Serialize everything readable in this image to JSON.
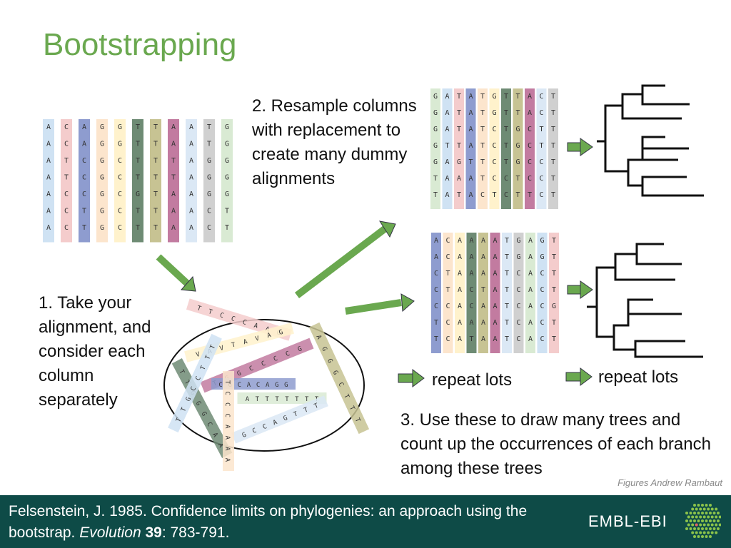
{
  "title": "Bootstrapping",
  "step1": "1. Take your alignment, and consider each column separately",
  "step2": "2. Resample columns with replacement to create many dummy alignments",
  "step3": "3. Use these to draw many trees and count up the occurrences of each branch among these trees",
  "repeat_label_1": "repeat lots",
  "repeat_label_2": "repeat lots",
  "credit": "Figures Andrew Rambaut",
  "citation": {
    "pre": "Felsenstein, J. 1985. Confidence limits on phylogenies: an approach using the bootstrap. ",
    "journal": "Evolution",
    "volume": "39",
    "pages": ": 783-791."
  },
  "logo": "EMBL-EBI",
  "colors": {
    "title": "#6aa84f",
    "arrow": "#6aa84f",
    "footer": "#0e4b47",
    "columns": [
      "#cfe2f3",
      "#f4cccc",
      "#8e9ccf",
      "#fce5cd",
      "#fff2cc",
      "#6e8b74",
      "#c7c393",
      "#c27ba0",
      "#dbe8f5",
      "#d0d0d0",
      "#d9ead3"
    ]
  },
  "original_alignment": {
    "columns": [
      "AAAAAAA",
      "CCTTCCC",
      "AACCCTT",
      "GGGGGGG",
      "GGCCCCC",
      "TTTTGTT",
      "TTTTTTT",
      "AATTAAA",
      "AAAAAAA",
      "TTGGGCC",
      "GGGGGTT"
    ]
  },
  "scattered_columns": [
    "TTCCCAAG",
    "VAVTAVAG",
    "TGGCCCCG",
    "ATTTTTTT",
    "CGCACAGG",
    "TTGGGCAA",
    "GCCAGTTT",
    "TTGCCTTT",
    "TCCCAAAA",
    "AGGGCTTT"
  ],
  "dummy_alignment_1": {
    "columns": [
      "GGGGGTT",
      "AAATAAA",
      "TTTTGAT",
      "AAAATAA",
      "TTTTTTC",
      "GGCCCCT",
      "TTTTTCC",
      "TTGGGTT",
      "AACCCCT",
      "CCTTCCC",
      "TTTTTTT"
    ]
  },
  "dummy_alignment_2": {
    "columns": [
      "AACCCTT",
      "CCTTCCC",
      "AAAAAAA",
      "AAACCAT",
      "AAATAAA",
      "AAAAAAA",
      "TTTTTTT",
      "GGCCCCC",
      "AAAAAAA",
      "GGCCCCC",
      "TTTTGTT"
    ]
  }
}
